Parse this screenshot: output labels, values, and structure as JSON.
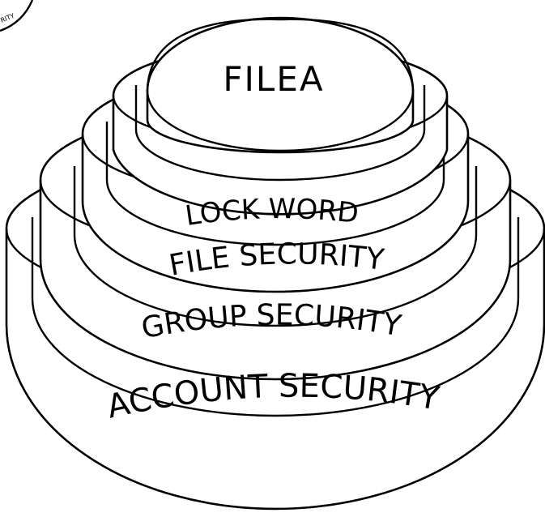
{
  "diagram": {
    "layers": [
      {
        "label": "ACCOUNT SECURITY"
      },
      {
        "label": "GROUP SECURITY"
      },
      {
        "label": "FILE SECURITY"
      },
      {
        "label": "LOCK WORD"
      }
    ],
    "core": {
      "label": "FILEA"
    },
    "corner_fragment": "RITY"
  },
  "colors": {
    "line": "#000000",
    "background": "#ffffff"
  }
}
